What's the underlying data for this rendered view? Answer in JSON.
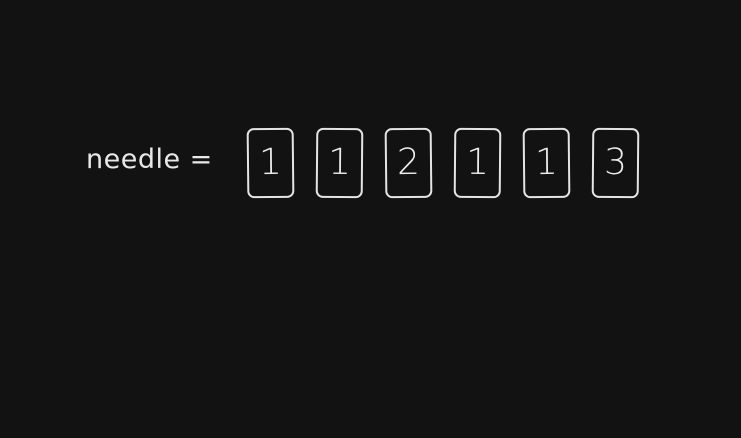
{
  "label": "needle =",
  "cells": [
    "1",
    "1",
    "2",
    "1",
    "1",
    "3"
  ]
}
